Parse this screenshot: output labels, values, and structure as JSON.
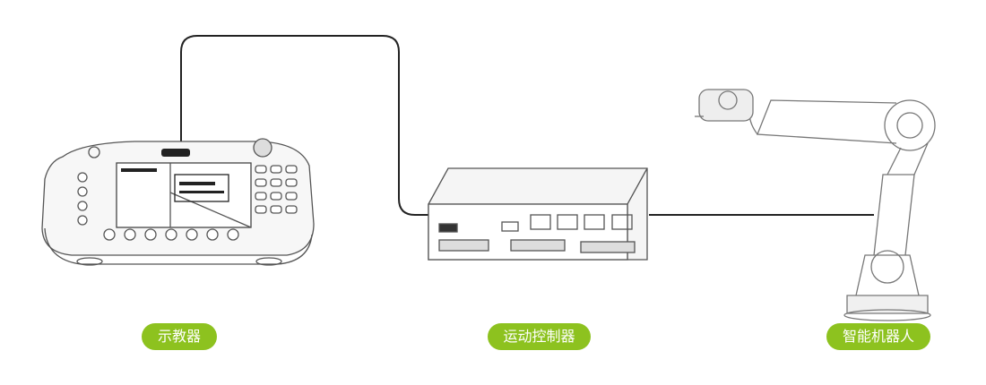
{
  "colors": {
    "label_bg": "#8dc21f",
    "line": "#222222"
  },
  "labels": {
    "pendant": "示教器",
    "controller": "运动控制器",
    "robot": "智能机器人"
  }
}
